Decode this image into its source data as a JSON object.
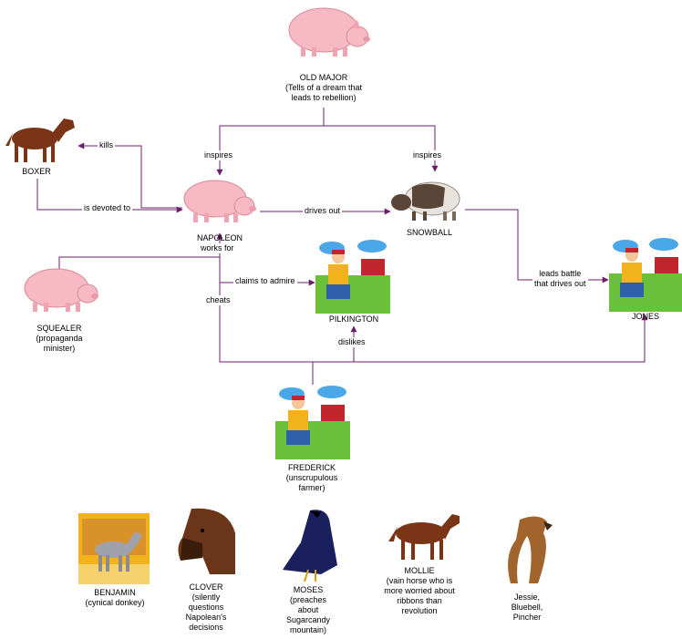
{
  "colors": {
    "connector": "#6b1f6b",
    "pig": "#f7b9c3",
    "horse": "#7a3517",
    "raven": "#1a1f5e"
  },
  "nodes": {
    "old_major": {
      "name": "OLD MAJOR",
      "desc": "(Tells of a dream that\nleads to rebellion)",
      "icon": "pig-icon"
    },
    "boxer": {
      "name": "BOXER",
      "desc": "",
      "icon": "horse-icon"
    },
    "napoleon": {
      "name": "NAPOLEON",
      "desc": "",
      "icon": "pig-icon"
    },
    "snowball": {
      "name": "SNOWBALL",
      "desc": "",
      "icon": "pig-icon"
    },
    "squealer": {
      "name": "SQUEALER",
      "desc": "(propaganda\nminister)",
      "icon": "pig-icon"
    },
    "pilkington": {
      "name": "PILKINGTON",
      "desc": "",
      "icon": "farmer-icon"
    },
    "jones": {
      "name": "JONES",
      "desc": "",
      "icon": "farmer-icon"
    },
    "frederick": {
      "name": "FREDERICK",
      "desc": "(unscrupulous\nfarmer)",
      "icon": "farmer-icon"
    },
    "benjamin": {
      "name": "BENJAMIN",
      "desc": "(cynical donkey)",
      "icon": "donkey-icon"
    },
    "clover": {
      "name": "CLOVER",
      "desc": "(silently\nquestions\nNapolean's\ndecisions",
      "icon": "horse-icon"
    },
    "moses": {
      "name": "MOSES",
      "desc": "(preaches\nabout\nSugarcandy\nmountain)",
      "icon": "raven-icon"
    },
    "mollie": {
      "name": "MOLLIE",
      "desc": "(vain horse who is\nmore worried about\nribbons than\nrevolution",
      "icon": "horse-icon"
    },
    "dogs": {
      "name": "",
      "desc": "Jessie,\nBluebell,\nPincher",
      "icon": "dog-icon"
    }
  },
  "edges": {
    "inspires_napoleon": "inspires",
    "inspires_snowball": "inspires",
    "kills": "kills",
    "devoted": "is devoted to",
    "drives_out": "drives out",
    "works_for": "works for",
    "claims": "claims to admire",
    "cheats": "cheats",
    "leads_battle": "leads battle\nthat drives out",
    "dislikes": "dislikes"
  }
}
